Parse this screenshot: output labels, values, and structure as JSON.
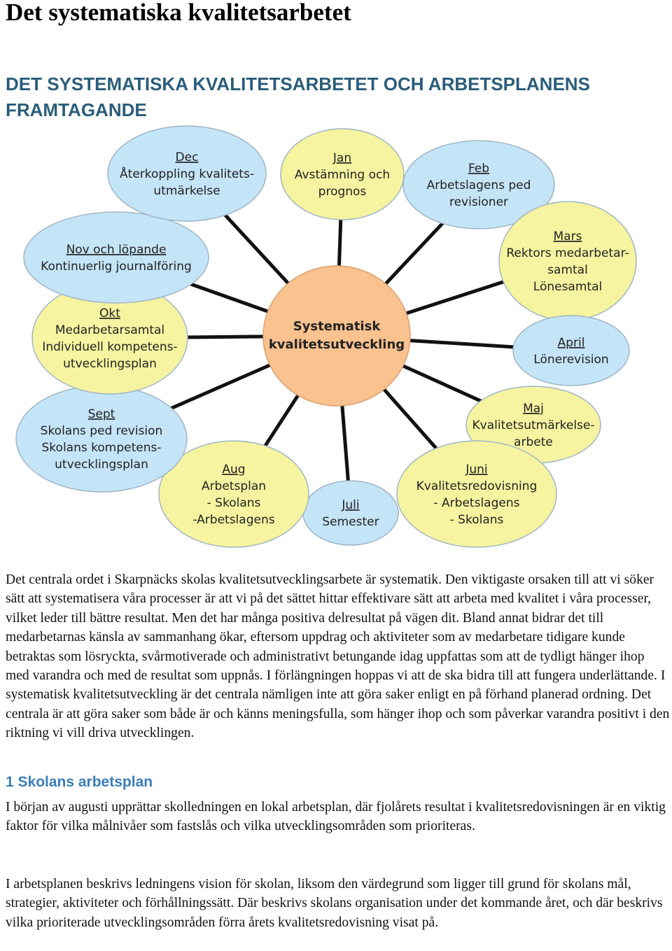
{
  "title": "Det systematiska kvalitetsarbetet",
  "subtitle": "DET SYSTEMATISKA KVALITETSARBETET OCH ARBETSPLANENS FRAMTAGANDE",
  "diagram": {
    "center": [
      "Systematisk",
      "kvalitetsutveckling"
    ],
    "colors": {
      "yellow": "#f6f4a0",
      "blue": "#c4e4f7",
      "center": "#f9c28e",
      "line": "#111111"
    },
    "nodes": [
      {
        "month": "Jan",
        "lines": [
          "Avstämning och",
          "prognos"
        ]
      },
      {
        "month": "Feb",
        "lines": [
          "Arbetslagens ped",
          "revisioner"
        ]
      },
      {
        "month": "Mars",
        "lines": [
          "Rektors medarbetar-",
          "samtal",
          "Lönesamtal"
        ]
      },
      {
        "month": "April",
        "lines": [
          "Lönerevision"
        ]
      },
      {
        "month": "Maj",
        "lines": [
          "Kvalitetsutmärkelse-",
          "arbete"
        ]
      },
      {
        "month": "Juni",
        "lines": [
          "Kvalitetsredovisning",
          "- Arbetslagens",
          "- Skolans"
        ]
      },
      {
        "month": "Juli",
        "lines": [
          "Semester"
        ]
      },
      {
        "month": "Aug",
        "lines": [
          "Arbetsplan",
          "- Skolans",
          "-Arbetslagens"
        ]
      },
      {
        "month": "Sept",
        "lines": [
          "Skolans ped revision",
          "Skolans kompetens-",
          "utvecklingsplan"
        ]
      },
      {
        "month": "Okt",
        "lines": [
          "Medarbetarsamtal",
          "Individuell kompetens-",
          "utvecklingsplan"
        ]
      },
      {
        "month": "Nov och löpande",
        "lines": [
          "Kontinuerlig journalföring"
        ]
      },
      {
        "month": "Dec",
        "lines": [
          "Återkoppling kvalitets-",
          "utmärkelse"
        ]
      }
    ]
  },
  "paragraphs": {
    "intro": "Det centrala ordet i Skarpnäcks skolas kvalitetsutvecklingsarbete är systematik. Den viktigaste orsaken till att vi söker sätt att systematisera våra processer är att vi på det sättet hittar effektivare sätt att arbeta med kvalitet i våra processer, vilket leder till bättre resultat. Men det har många positiva delresultat på vägen dit. Bland annat bidrar det till medarbetarnas känsla av sammanhang ökar, eftersom uppdrag och aktiviteter som av medarbetare tidigare kunde betraktas som lösryckta, svårmotiverade och administrativt betungande idag uppfattas som att de tydligt hänger ihop med varandra och med de resultat som uppnås. I förlängningen hoppas vi att de ska bidra till att fungera underlättande. I systematisk kvalitetsutveckling är det centrala nämligen inte att göra saker enligt en på förhand planerad ordning. Det centrala är att göra saker som både är och känns meningsfulla, som hänger ihop och som påverkar varandra positivt i den riktning vi vill driva utvecklingen.",
    "section_heading": "1 Skolans arbetsplan",
    "section_p1": "I början av augusti upprättar skolledningen en lokal arbetsplan, där fjolårets resultat i kvalitetsredovisningen är en viktig faktor för vilka målnivåer som fastslås och vilka utvecklingsområden som prioriteras.",
    "section_p2": "I arbetsplanen beskrivs ledningens vision för skolan, liksom den värdegrund som ligger till grund för skolans mål, strategier, aktiviteter och förhållningssätt. Där beskrivs skolans organisation under det kommande året, och där beskrivs vilka prioriterade utvecklingsområden förra årets kvalitetsredovisning visat på."
  }
}
